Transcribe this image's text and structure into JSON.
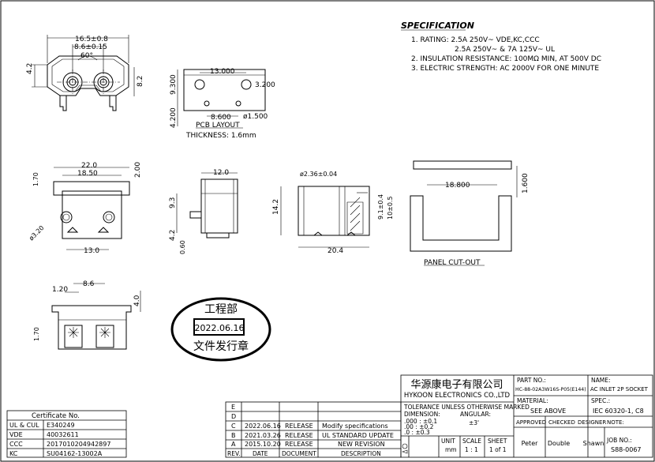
{
  "specification": {
    "heading": "SPECIFICATION",
    "items": [
      "1. RATING: 2.5A 250V~ VDE,KC,CCC",
      "2.5A 250V~ & 7A 125V~ UL",
      "2. INSULATION RESISTANCE: 100MΩ MIN, AT 500V DC",
      "3. ELECTRIC STRENGTH: AC 2000V FOR ONE MINUTE"
    ]
  },
  "front_view": {
    "dims": [
      "16.5±0.8",
      "8.6±0.15",
      "60°",
      "4.2",
      "8.2"
    ]
  },
  "pcb_layout": {
    "dims": [
      "9.300",
      "13.000",
      "3.200",
      "4.200",
      "8.600",
      "ø1.500"
    ],
    "label": "PCB LAYOUT",
    "thickness": "THICKNESS: 1.6mm"
  },
  "bottom_view": {
    "dims": [
      "22.0",
      "18.50",
      "2.00",
      "1.70",
      "ø3.20",
      "13.0"
    ]
  },
  "side_view": {
    "dims": [
      "12.0",
      "9.3",
      "4.2",
      "0.60"
    ]
  },
  "section_view": {
    "dims": [
      "ø2.36±0.04",
      "14.2",
      "9.1±0.4",
      "10±0.5",
      "20.4"
    ]
  },
  "panel_cutout": {
    "dims": [
      "18.800",
      "1.600"
    ],
    "label": "PANEL CUT-OUT"
  },
  "small_view": {
    "dims": [
      "8.6",
      "1.20",
      "4.0",
      "1.70"
    ]
  },
  "stamp": {
    "top": "工程部",
    "date": "2022.06.16",
    "bottom": "文件发行章"
  },
  "certificates": {
    "header": "Certificate No.",
    "rows": [
      [
        "UL & CUL",
        "E340249"
      ],
      [
        "VDE",
        "40032611"
      ],
      [
        "CCC",
        "2017010204942897"
      ],
      [
        "KC",
        "SU04162-13002A"
      ]
    ]
  },
  "revisions": {
    "rows": [
      [
        "E",
        "",
        "",
        ""
      ],
      [
        "D",
        "",
        "",
        ""
      ],
      [
        "C",
        "2022.06.16",
        "RELEASE",
        "Modify specifications"
      ],
      [
        "B",
        "2021.03.26",
        "RELEASE",
        "UL STANDARD UPDATE"
      ],
      [
        "A",
        "2015.10.20",
        "RELEASE",
        "NEW REVISION"
      ]
    ],
    "headers": [
      "REV.",
      "DATE",
      "DOCUMENT",
      "DESCRIPTION"
    ]
  },
  "title_block": {
    "company_cn": "华源康电子有限公司",
    "company_en": "HYKOON ELECTRONICS CO.,LTD",
    "part_no_label": "PART NO.:",
    "part_no": "HC-88-02A3W16S-P05(E144)",
    "name_label": "NAME:",
    "name": "AC INLET 2P SOCKET",
    "tolerance": "TOLERANCE UNLESS OTHERWISE MARKED",
    "dimension_label": "DIMENSION:",
    "angular_label": "ANGULAR:",
    "tol_rows": [
      ".000 : ±0.1",
      ".00  : ±0.2",
      ".0   : ±0.3"
    ],
    "angular": "±3'",
    "material_label": "MATERIAL:",
    "material": "SEE ABOVE",
    "spec_label": "SPEC.:",
    "spec": "IEC 60320-1, C8",
    "approved_label": "APPROVED",
    "checked_label": "CHECKED",
    "designer_label": "DESIGNER",
    "note_label": "NOTE:",
    "approved": "Peter",
    "checked": "Double",
    "designer": "Shawn",
    "unit_label": "UNIT",
    "unit": "mm",
    "scale_label": "SCALE",
    "scale": "1 : 1",
    "sheet_label": "SHEET",
    "sheet": "1 of 1",
    "job_label": "JOB NO.:",
    "job": "S88-0067"
  }
}
